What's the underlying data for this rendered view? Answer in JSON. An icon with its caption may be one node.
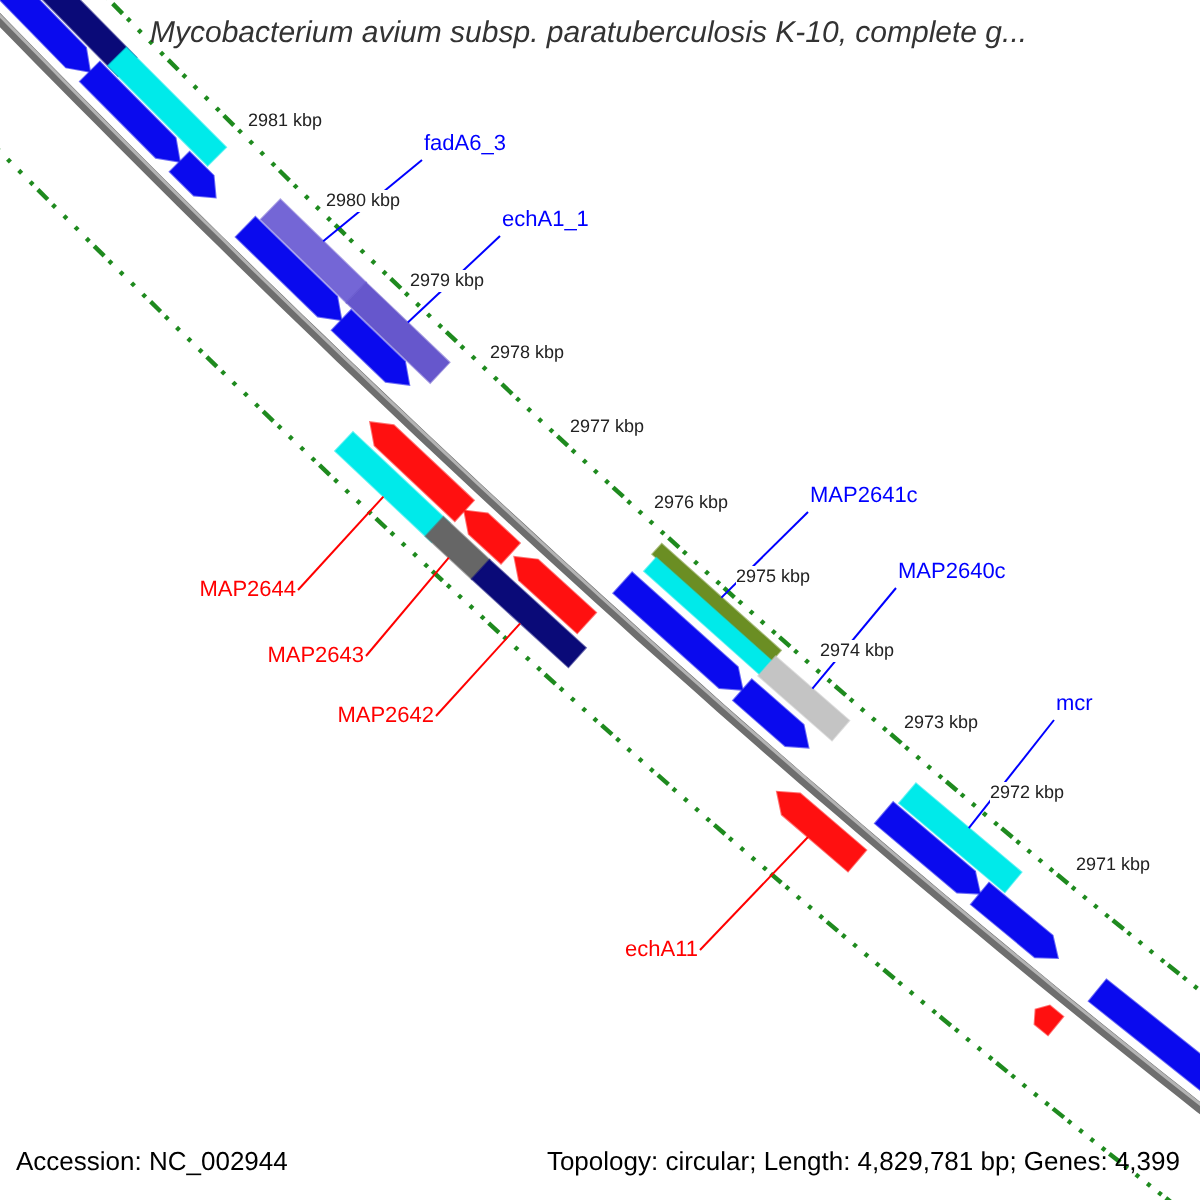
{
  "diagram": {
    "title": "Mycobacterium avium subsp. paratuberculosis K-10, complete g...",
    "nodes": [
      {
        "text": [
          "fadA6_3"
        ]
      },
      {
        "text": [
          "echA1_1"
        ]
      },
      {
        "text": [
          "MAP2641c"
        ]
      },
      {
        "text": [
          "MAP2640c"
        ]
      },
      {
        "text": [
          "MAP2644"
        ]
      },
      {
        "text": [
          "MAP2643"
        ]
      },
      {
        "text": [
          "mcr"
        ]
      },
      {
        "text": [
          "MAP2642"
        ]
      },
      {
        "text": [
          "echA11"
        ]
      },
      {
        "text": [],
        "shape": "bar"
      },
      {
        "text": [],
        "shape": "bar"
      },
      {
        "text": [],
        "shape": "bar"
      },
      {
        "text": [],
        "shape": "bar"
      },
      {
        "text": [],
        "shape": "bar"
      },
      {
        "text": [],
        "shape": "bar"
      },
      {
        "text": [],
        "shape": "bar"
      },
      {
        "text": [],
        "shape": "bar"
      },
      {
        "text": [],
        "shape": "bar"
      },
      {
        "text": [],
        "shape": "bar"
      },
      {
        "text": [],
        "shape": "bar"
      },
      {
        "text": [],
        "shape": "bar"
      },
      {
        "text": [],
        "shape": "bar"
      },
      {
        "text": [],
        "shape": "bar"
      },
      {
        "text": [],
        "shape": "bar"
      },
      {
        "text": [],
        "shape": "bar"
      },
      {
        "text": [],
        "shape": "bar"
      },
      {
        "text": [],
        "shape": "bar"
      },
      {
        "text": [],
        "shape": "bar"
      },
      {
        "text": [],
        "shape": "bar"
      },
      {
        "text": [],
        "shape": "bar"
      },
      {
        "text": [],
        "shape": "bar"
      },
      {
        "text": [],
        "shape": "bar"
      },
      {
        "text": [],
        "shape": "bar"
      },
      {
        "text": [],
        "shape": "bar"
      },
      {
        "text": [],
        "shape": "bar"
      }
    ],
    "edges": [
      {
        "from": 0,
        "to": 15,
        "arrow": "none"
      },
      {
        "from": 1,
        "to": 16,
        "arrow": "none"
      },
      {
        "from": 2,
        "to": 25,
        "arrow": "none"
      },
      {
        "from": 3,
        "to": 28,
        "arrow": "none"
      },
      {
        "from": 4,
        "to": 18,
        "arrow": "none",
        "color": "#ff0000"
      },
      {
        "from": 5,
        "to": 20,
        "arrow": "none",
        "color": "#ff0000"
      },
      {
        "from": 6,
        "to": 31,
        "arrow": "none"
      },
      {
        "from": 7,
        "to": 22,
        "arrow": "none",
        "color": "#ff0000"
      },
      {
        "from": 8,
        "to": 29,
        "arrow": "none",
        "color": "#ff0000"
      }
    ],
    "labels": [
      "2981 kbp",
      "2980 kbp",
      "2979 kbp",
      "2978 kbp",
      "2977 kbp",
      "2976 kbp",
      "2975 kbp",
      "2974 kbp",
      "2973 kbp",
      "2972 kbp",
      "2971 kbp",
      "Accession: NC_002944",
      "Topology: circular; Length: 4,829,781 bp; Genes: 4,399"
    ]
  }
}
